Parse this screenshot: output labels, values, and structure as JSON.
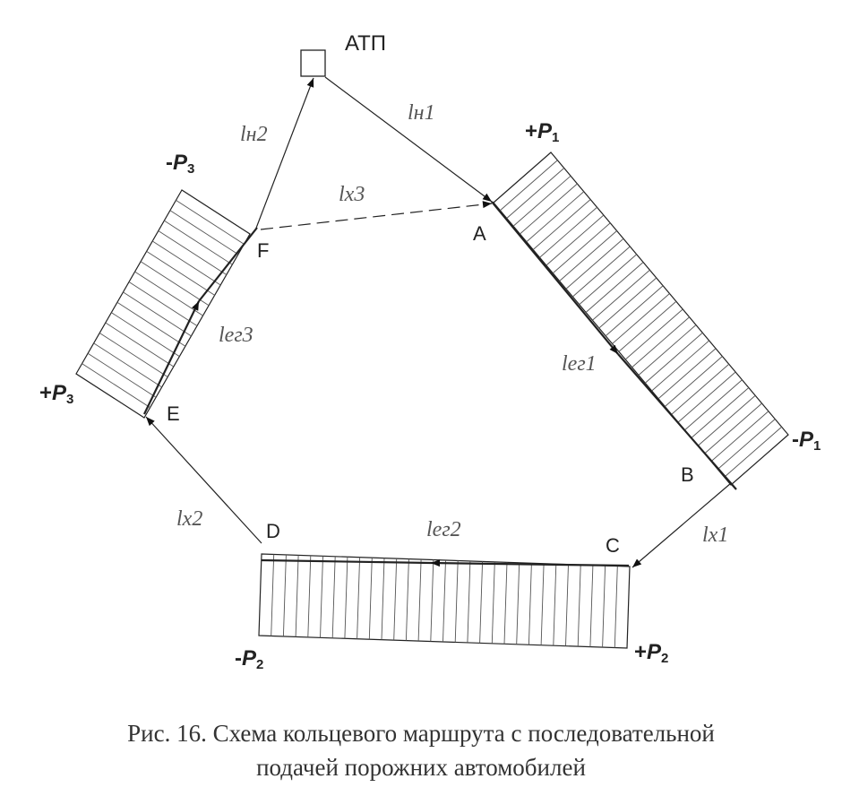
{
  "labels": {
    "depot": "АТП",
    "A": "A",
    "B": "B",
    "C": "C",
    "D": "D",
    "E": "E",
    "F": "F"
  },
  "segments": {
    "ln1": "lн1",
    "ln2": "lн2",
    "lx1": "lx1",
    "lx2": "lx2",
    "lx3": "lx3",
    "leg1": "lег1",
    "leg2": "lег2",
    "leg3": "lег3"
  },
  "points": {
    "plus_p1": {
      "sign": "+",
      "letter": "P",
      "sub": "1"
    },
    "minus_p1": {
      "sign": "-",
      "letter": "P",
      "sub": "1"
    },
    "plus_p2": {
      "sign": "+",
      "letter": "P",
      "sub": "2"
    },
    "minus_p2": {
      "sign": "-",
      "letter": "P",
      "sub": "2"
    },
    "plus_p3": {
      "sign": "+",
      "letter": "P",
      "sub": "3"
    },
    "minus_p3": {
      "sign": "-",
      "letter": "P",
      "sub": "3"
    }
  },
  "caption": {
    "line1": "Рис. 16. Схема кольцевого маршрута с последовательной",
    "line2": "подачей порожних автомобилей"
  },
  "colors": {
    "line": "#222222",
    "hatch": "#555555"
  }
}
